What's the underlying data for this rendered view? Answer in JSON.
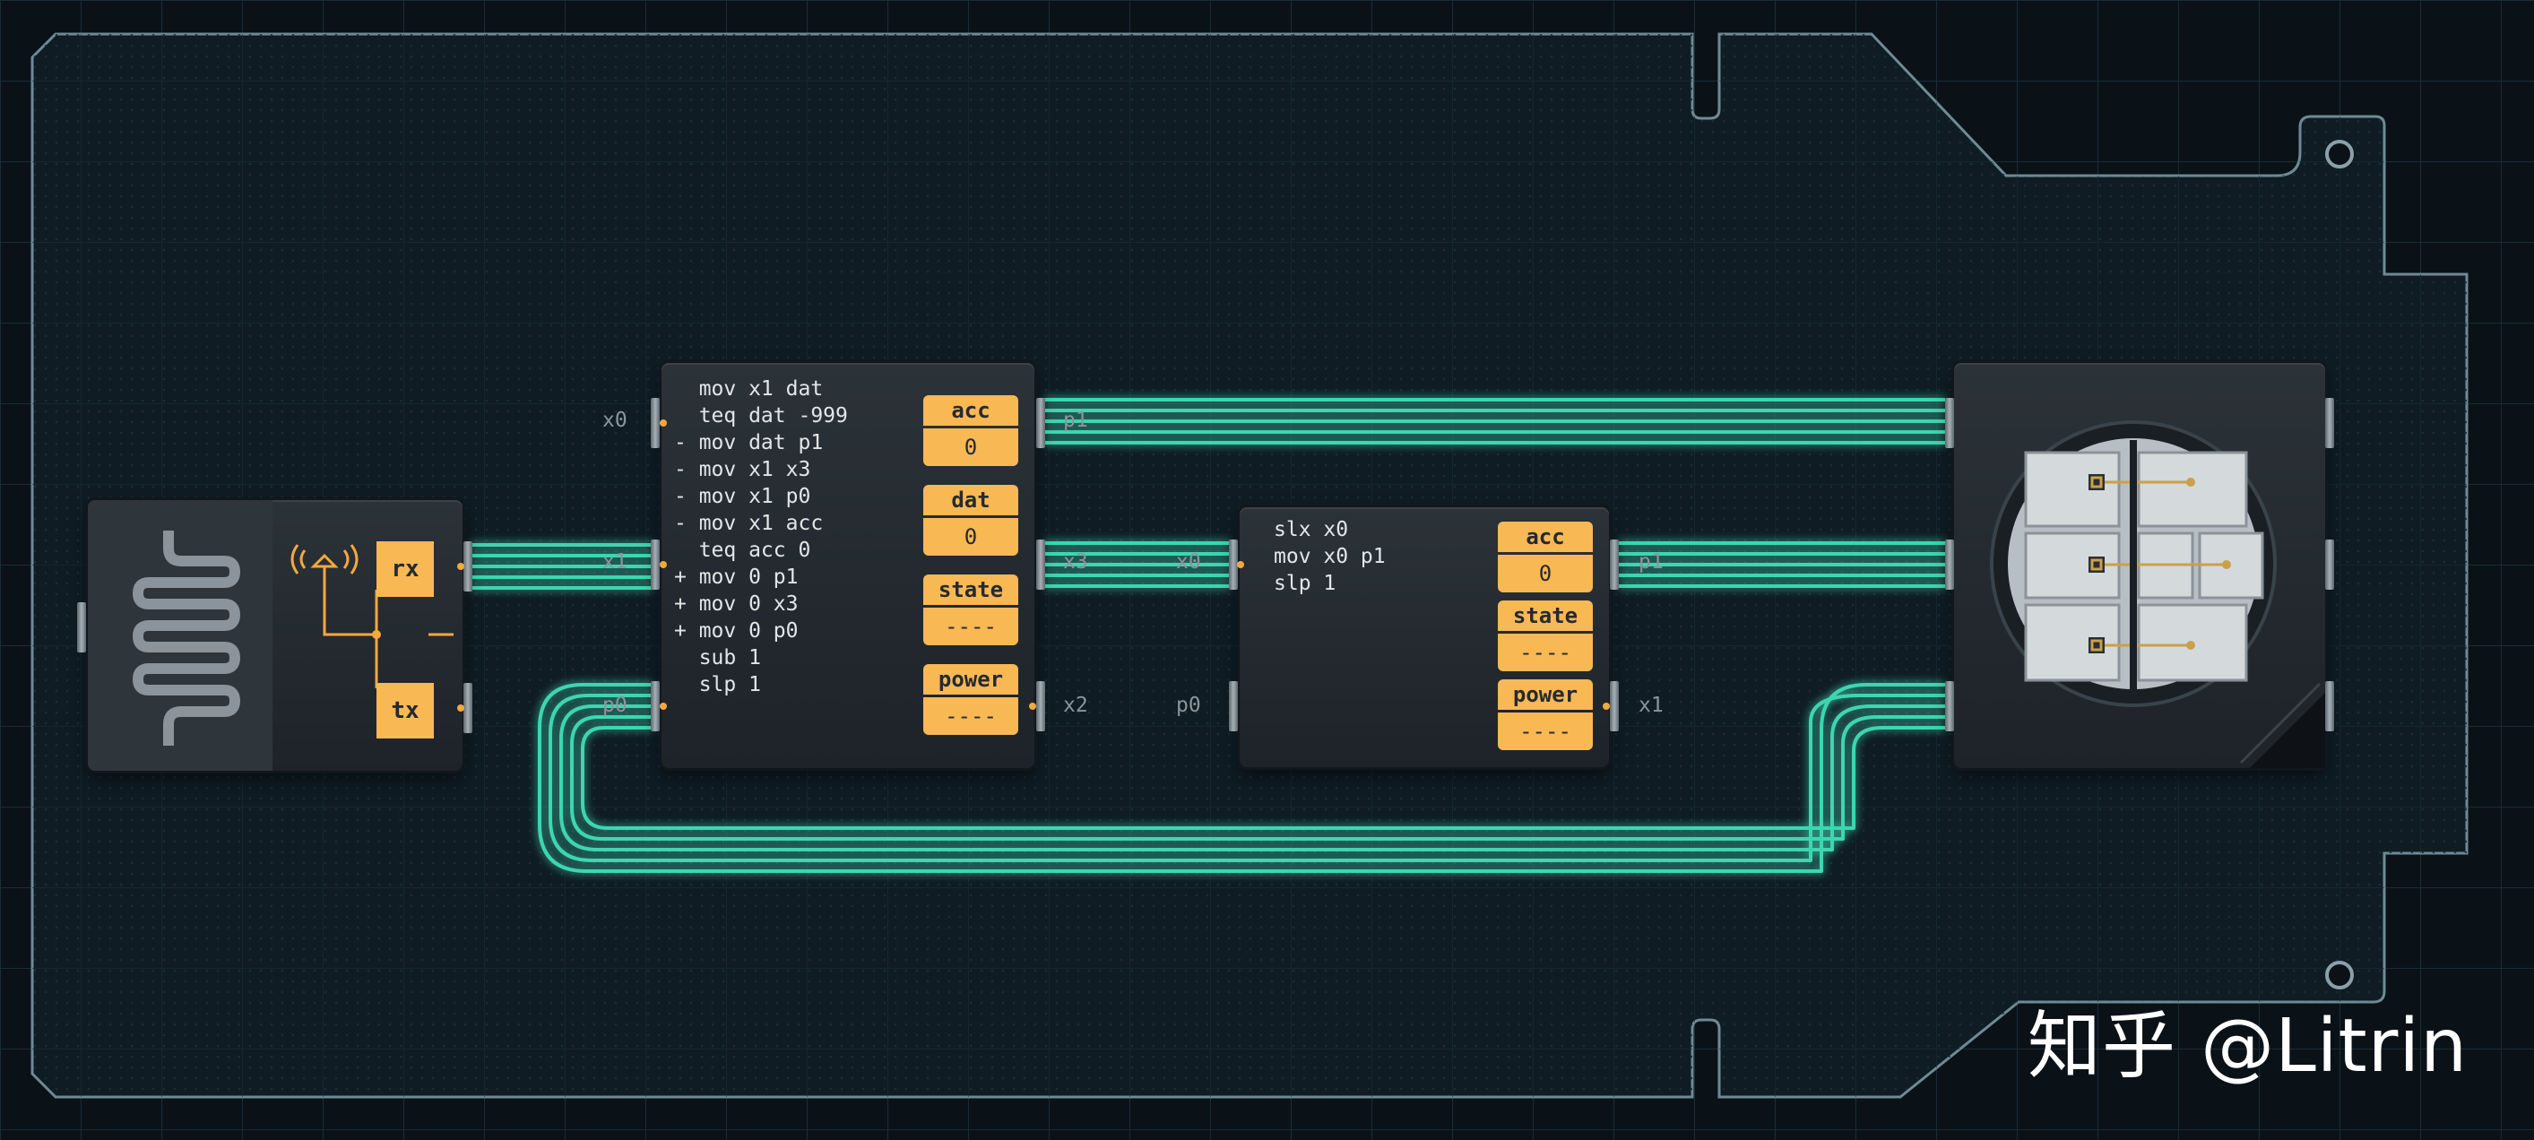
{
  "mc_a": {
    "code": [
      "  mov x1 dat",
      "  teq dat -999",
      "- mov dat p1",
      "- mov x1 x3",
      "- mov x1 p0",
      "- mov x1 acc",
      "  teq acc 0",
      "+ mov 0 p1",
      "+ mov 0 x3",
      "+ mov 0 p0",
      "  sub 1",
      "  slp 1"
    ],
    "registers": [
      {
        "label": "acc",
        "value": "0"
      },
      {
        "label": "dat",
        "value": "0"
      },
      {
        "label": "state",
        "value": "----"
      },
      {
        "label": "power",
        "value": "----"
      }
    ],
    "ports": {
      "left_top": "x0",
      "left_mid": "x1",
      "left_bottom": "p0",
      "right_top": "p1",
      "right_mid": "x3",
      "right_bottom": "x2"
    }
  },
  "mc_b": {
    "code": [
      "slx x0",
      "mov x0 p1",
      "slp 1"
    ],
    "registers": [
      {
        "label": "acc",
        "value": "0"
      },
      {
        "label": "state",
        "value": "----"
      },
      {
        "label": "power",
        "value": "----"
      }
    ],
    "ports": {
      "left_mid": "x0",
      "left_bottom": "p0",
      "right_mid": "p1",
      "right_bottom": "x1"
    }
  },
  "radio": {
    "rx": "rx",
    "tx": "tx"
  },
  "watermark": "知乎 @Litrin",
  "colors": {
    "background": "#0a1218",
    "trace": "#3dd6b0",
    "register": "#f8b854",
    "chip": "#23292e"
  },
  "icons": [
    "sensor-coil-icon",
    "antenna-icon",
    "lock-module-icon"
  ]
}
